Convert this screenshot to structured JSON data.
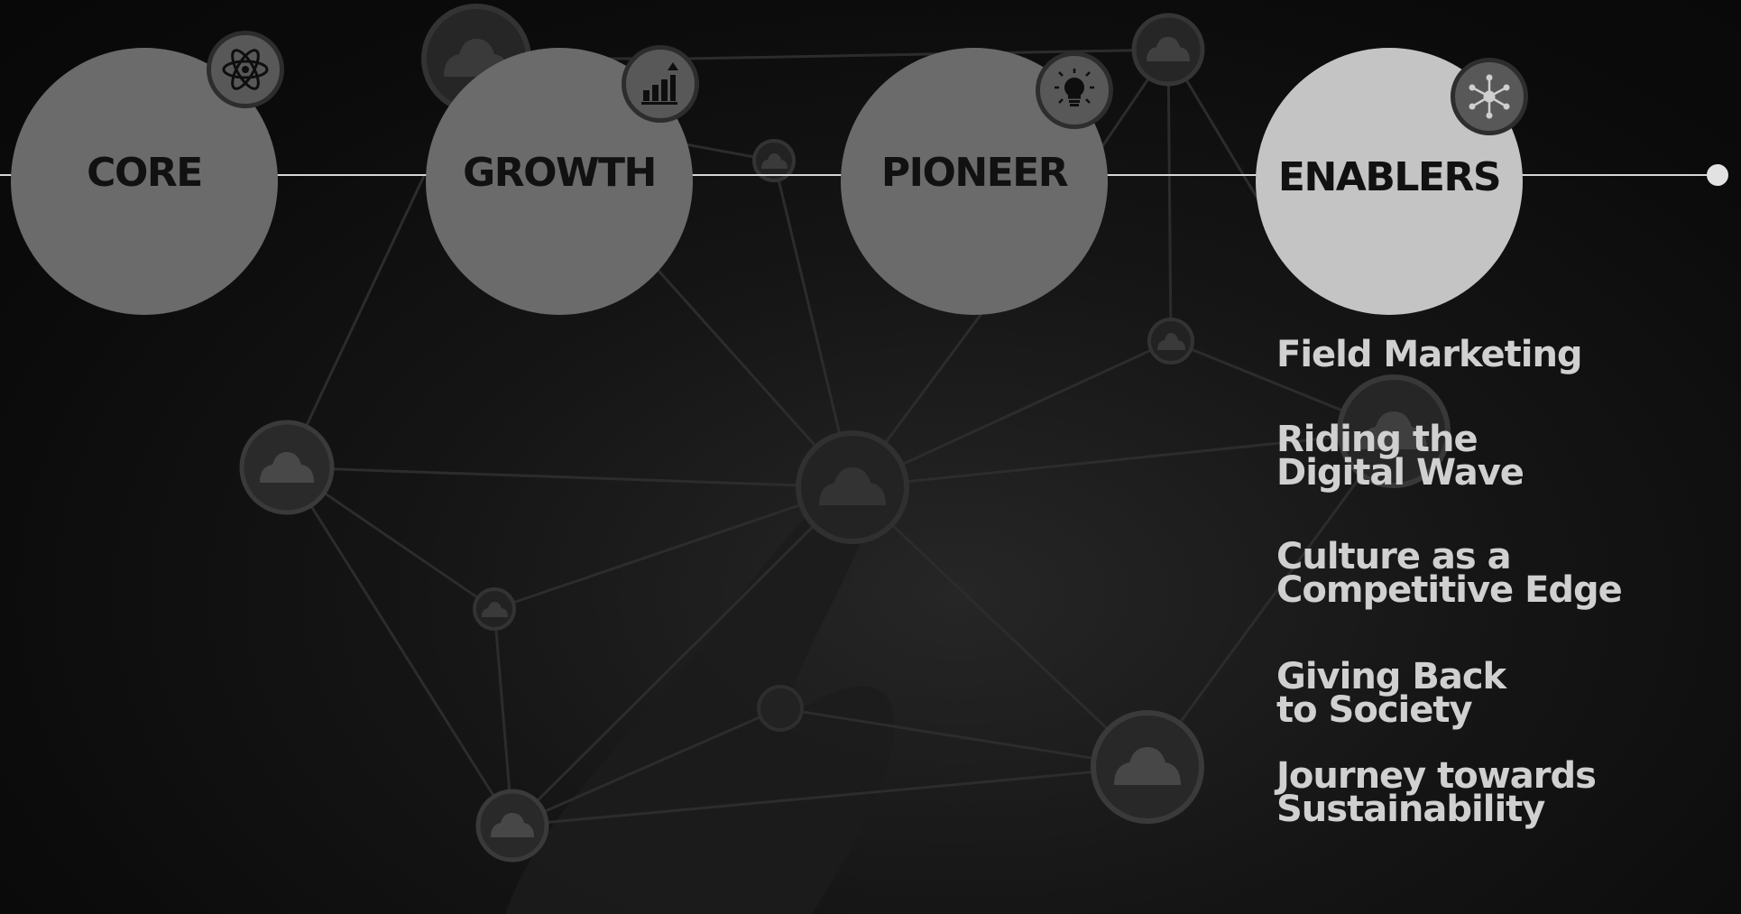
{
  "pillars": [
    {
      "label": "CORE",
      "icon": "atom-icon",
      "active": false
    },
    {
      "label": "GROWTH",
      "icon": "growth-chart-icon",
      "active": false
    },
    {
      "label": "PIONEER",
      "icon": "lightbulb-icon",
      "active": false
    },
    {
      "label": "ENABLERS",
      "icon": "network-hub-icon",
      "active": true
    }
  ],
  "enablers_topics": [
    {
      "line1": "Field Marketing",
      "line2": ""
    },
    {
      "line1": "Riding the",
      "line2": "Digital Wave"
    },
    {
      "line1": "Culture as a",
      "line2": "Competitive Edge"
    },
    {
      "line1": "Giving Back",
      "line2": "to Society"
    },
    {
      "line1": "Journey towards",
      "line2": "Sustainability"
    }
  ],
  "colors": {
    "background": "#0d0d0d",
    "pillar_inactive": "#6b6b6b",
    "pillar_active": "#c4c4c4",
    "badge": "#585858",
    "timeline": "#d6d6d6",
    "topic_text": "#d0d0d0",
    "label_text": "#111111"
  }
}
